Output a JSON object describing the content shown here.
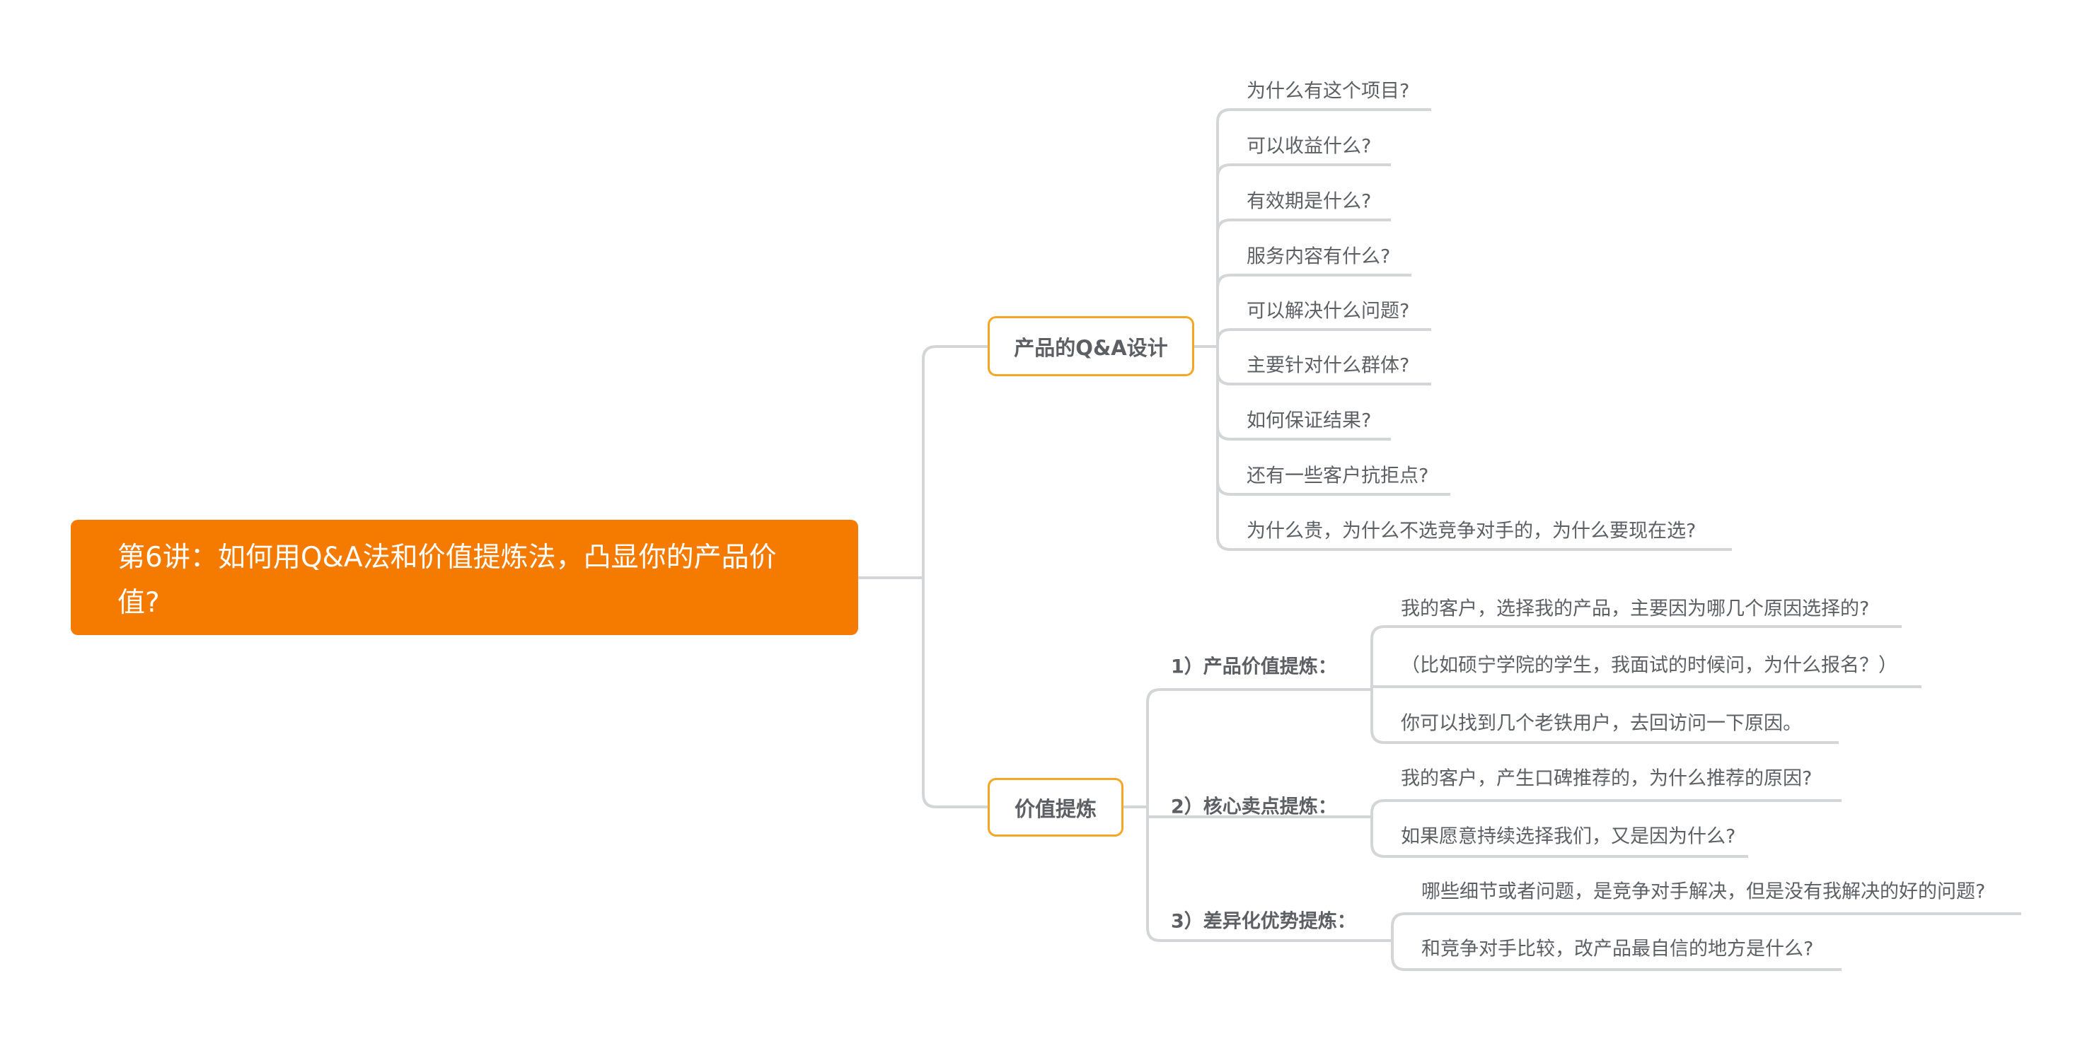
{
  "root": {
    "title": "第6讲：如何用Q&A法和价值提炼法，凸显你的产品价值?"
  },
  "branches": [
    {
      "label": "产品的Q&A设计",
      "items": [
        "为什么有这个项目?",
        "可以收益什么?",
        "有效期是什么?",
        "服务内容有什么?",
        "可以解决什么问题?",
        "主要针对什么群体?",
        "如何保证结果?",
        "还有一些客户抗拒点?",
        "为什么贵，为什么不选竞争对手的，为什么要现在选?"
      ]
    },
    {
      "label": "价值提炼",
      "groups": [
        {
          "label": "1）产品价值提炼：",
          "items": [
            "我的客户，选择我的产品，主要因为哪几个原因选择的?",
            "（比如硕宁学院的学生，我面试的时候问，为什么报名？）",
            "你可以找到几个老铁用户，去回访问一下原因。"
          ]
        },
        {
          "label": "2）核心卖点提炼：",
          "items": [
            "我的客户，产生口碑推荐的，为什么推荐的原因?",
            "如果愿意持续选择我们，又是因为什么?"
          ]
        },
        {
          "label": "3）差异化优势提炼：",
          "items": [
            "哪些细节或者问题，是竞争对手解决，但是没有我解决的好的问题?",
            "和竞争对手比较，改产品最自信的地方是什么?"
          ]
        }
      ]
    }
  ],
  "colors": {
    "root": "#f47a00",
    "node_border": "#f5a623",
    "line": "#d3d5d6",
    "text": "#5c5f63"
  }
}
